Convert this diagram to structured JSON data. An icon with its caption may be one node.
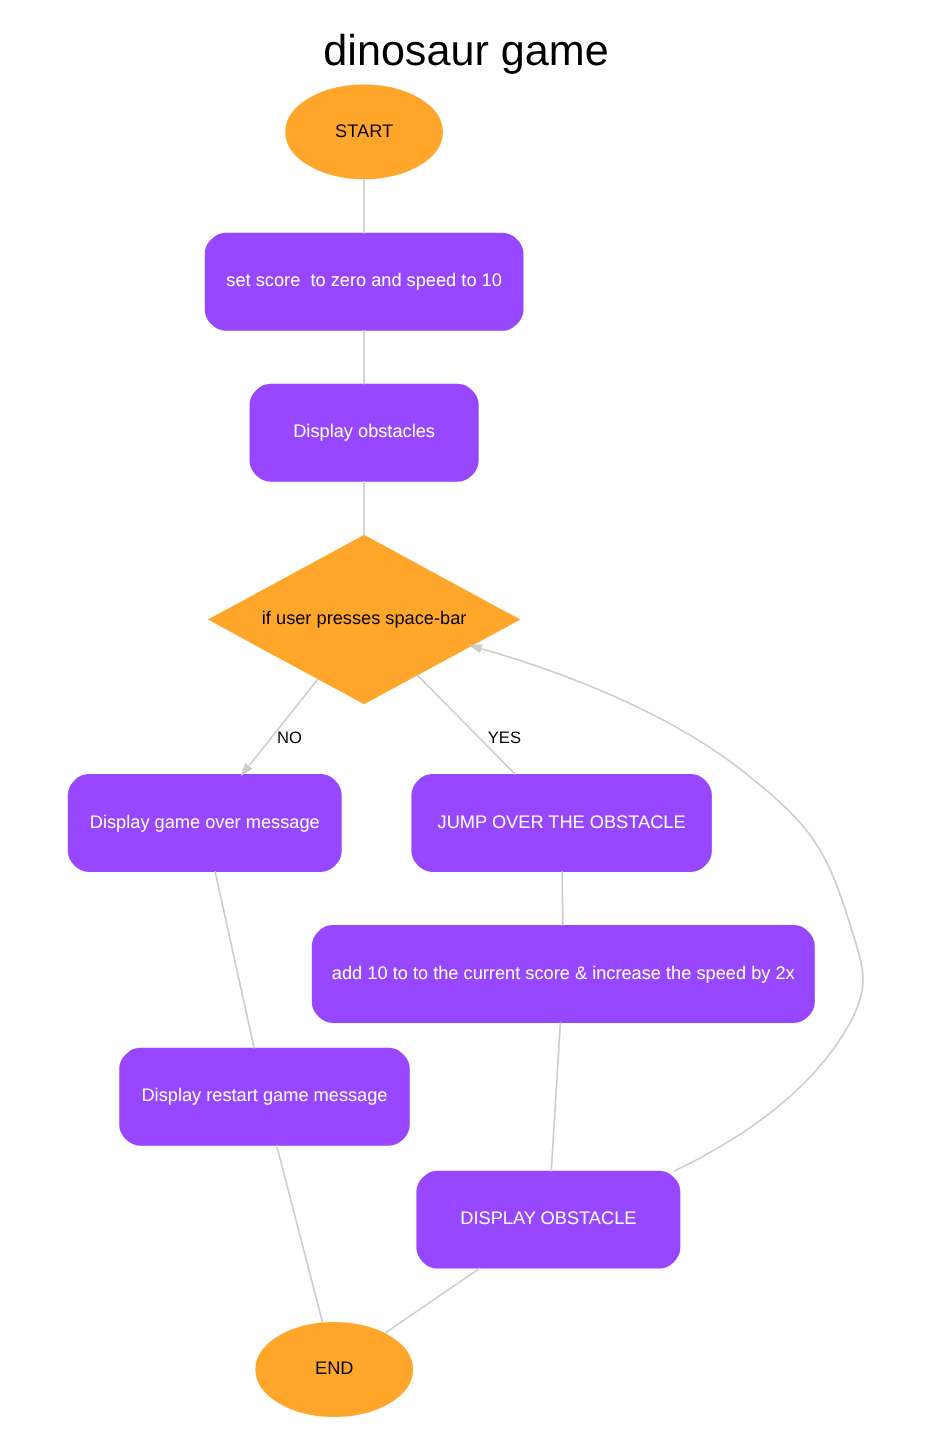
{
  "diagram": {
    "title": "dinosaur game",
    "nodes": [
      {
        "text": [
          "START"
        ]
      },
      {
        "text": [
          "set score  to zero and speed to 10"
        ]
      },
      {
        "text": [
          "Display obstacles"
        ]
      },
      {
        "text": [
          "if user presses space-bar"
        ]
      },
      {
        "text": [
          "Display game over message"
        ]
      },
      {
        "text": [
          "Display restart game message"
        ]
      },
      {
        "text": [
          "JUMP OVER THE OBSTACLE"
        ]
      },
      {
        "text": [
          "add 10 to to the current score & increase the speed by 2x"
        ]
      },
      {
        "text": [
          "DISPLAY OBSTACLE"
        ]
      },
      {
        "text": [
          "END"
        ]
      }
    ],
    "edges": [
      {
        "from": 0,
        "to": 1,
        "arrow": "none"
      },
      {
        "from": 1,
        "to": 2,
        "arrow": "none"
      },
      {
        "from": 2,
        "to": 3,
        "arrow": "none"
      },
      {
        "from": 3,
        "to": 6,
        "label": "YES",
        "arrow": "none"
      },
      {
        "from": 6,
        "to": 7,
        "arrow": "none"
      },
      {
        "from": 7,
        "to": 8,
        "arrow": "none"
      },
      {
        "from": 8,
        "to": 3,
        "arrow": "to"
      },
      {
        "from": 3,
        "to": 4,
        "label": "NO",
        "arrow": "to"
      },
      {
        "from": 4,
        "to": 5,
        "arrow": "none"
      },
      {
        "from": 5,
        "to": 9,
        "arrow": "none"
      },
      {
        "from": 8,
        "to": 9,
        "arrow": "none"
      }
    ]
  }
}
